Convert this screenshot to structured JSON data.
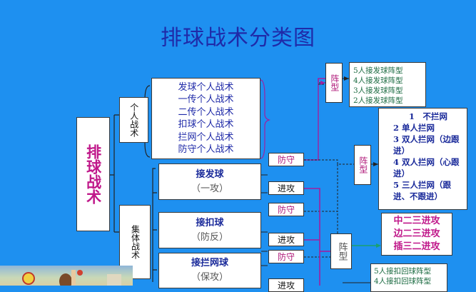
{
  "title": "排球战术分类图",
  "root": "排球战术",
  "categories": {
    "personal": "个人战术",
    "group": "集体战术"
  },
  "personal_tactics": [
    "发球个人战术",
    "一传个人战术",
    "二传个人战术",
    "扣球个人战术",
    "拦网个人战术",
    "防守个人战术"
  ],
  "group_skills": [
    {
      "name": "接发球",
      "sub": "（一攻）"
    },
    {
      "name": "接扣球",
      "sub": "（防反）"
    },
    {
      "name": "接拦网球",
      "sub": "（保攻）"
    }
  ],
  "tags": {
    "defense": "防守",
    "attack": "进攻",
    "attack_cut": "进攻"
  },
  "formation_label": "阵型",
  "receive_formations": [
    "5人接发球阵型",
    "4人接发球阵型",
    "3人接发球阵型",
    "2人接发球阵型"
  ],
  "block_formations": [
    "1　不拦网",
    "2  单人拦网",
    "3 双人拦网（边跟进）",
    "4 双人拦网（心跟进）",
    "5  三人拦网（跟进、不跟进）"
  ],
  "attack_formations": [
    "中二三进攻",
    "边二三进攻",
    "插三二进攻"
  ],
  "receive_spike_formations": [
    "5人接扣回球阵型",
    "4人接扣回球阵型"
  ],
  "colors": {
    "background": "#1e90f0",
    "accent_magenta": "#c0188a",
    "line_purple": "#a020a0",
    "line_green": "#1aa070",
    "text_blue": "#1f2aa8"
  }
}
